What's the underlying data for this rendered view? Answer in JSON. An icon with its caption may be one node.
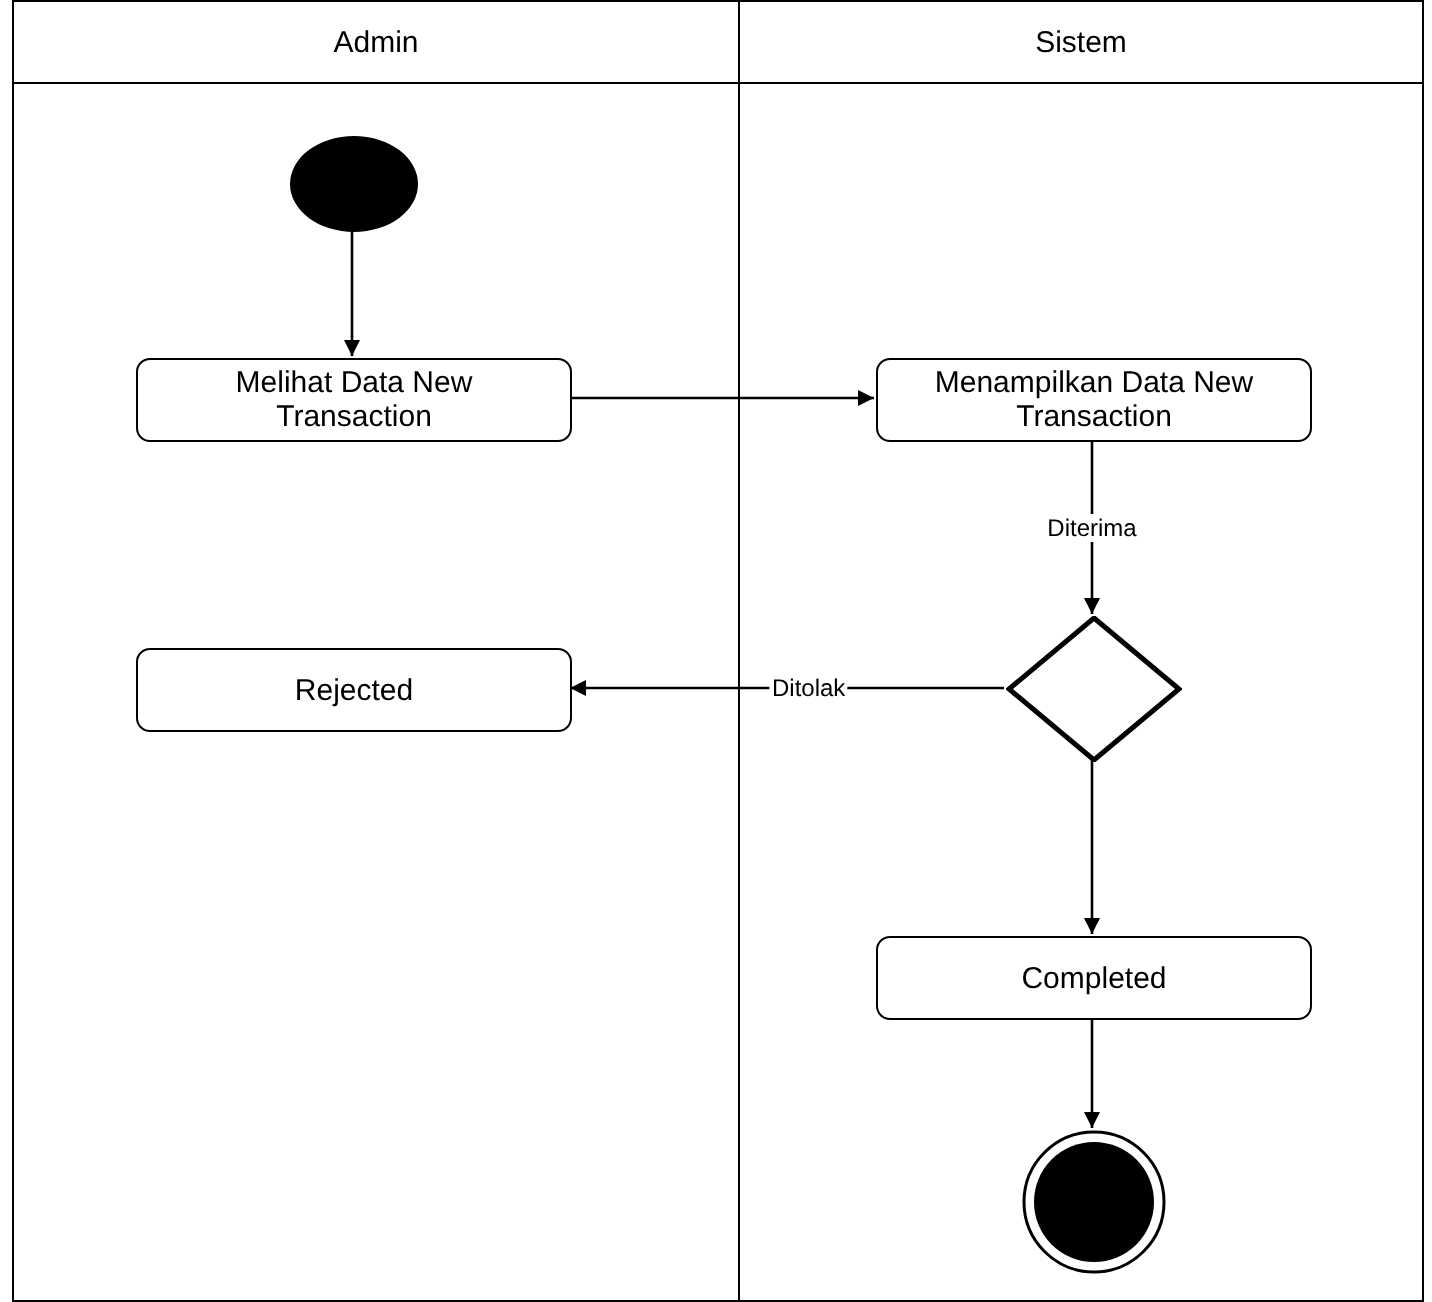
{
  "diagram": {
    "nodes": [
      {
        "text": [
          "Admin"
        ]
      },
      {
        "text": [
          "Sistem"
        ]
      },
      {
        "text": [],
        "shape": "circle",
        "in": 0
      },
      {
        "text": [
          "Melihat Data New Transaction"
        ],
        "in": 0
      },
      {
        "text": [
          "Menampilkan Data New Transaction"
        ],
        "in": 1
      },
      {
        "text": [],
        "shape": "diamond",
        "in": 1
      },
      {
        "text": [
          "Rejected"
        ],
        "in": 0
      },
      {
        "text": [
          "Completed"
        ],
        "in": 1
      },
      {
        "text": [],
        "shape": "circle",
        "in": 1
      }
    ],
    "edges": [
      {
        "from": 2,
        "to": 3,
        "arrow": "to"
      },
      {
        "from": 3,
        "to": 4,
        "arrow": "to"
      },
      {
        "from": 4,
        "to": 5,
        "arrow": "to",
        "label": "Diterima"
      },
      {
        "from": 5,
        "to": 6,
        "arrow": "to",
        "label": "Ditolak"
      },
      {
        "from": 5,
        "to": 7,
        "arrow": "to"
      },
      {
        "from": 7,
        "to": 8,
        "arrow": "to"
      }
    ]
  }
}
